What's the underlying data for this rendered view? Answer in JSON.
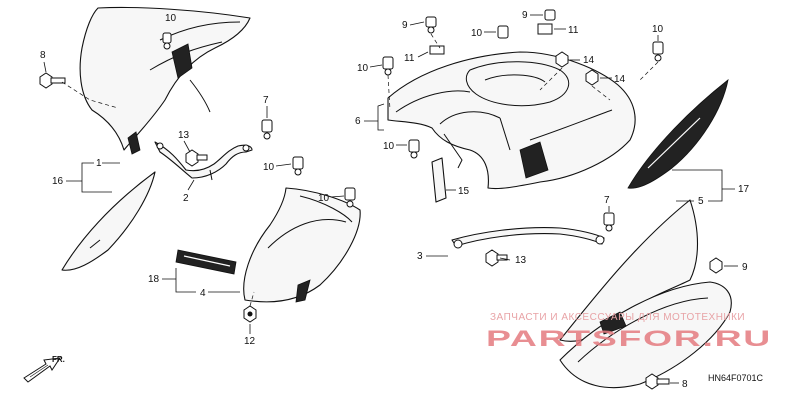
{
  "diagram": {
    "code": "HN64F0701C",
    "front_indicator": "FR.",
    "watermark": {
      "tagline": "ЗАПЧАСТИ И АКСЕССУАРЫ ДЛЯ МОТОТЕХНИКИ",
      "brand": "PARTSFOR.RU"
    },
    "callouts": [
      "1",
      "2",
      "3",
      "4",
      "5",
      "6",
      "7",
      "8",
      "9",
      "10",
      "11",
      "12",
      "13",
      "14",
      "15",
      "16",
      "17",
      "18"
    ]
  }
}
